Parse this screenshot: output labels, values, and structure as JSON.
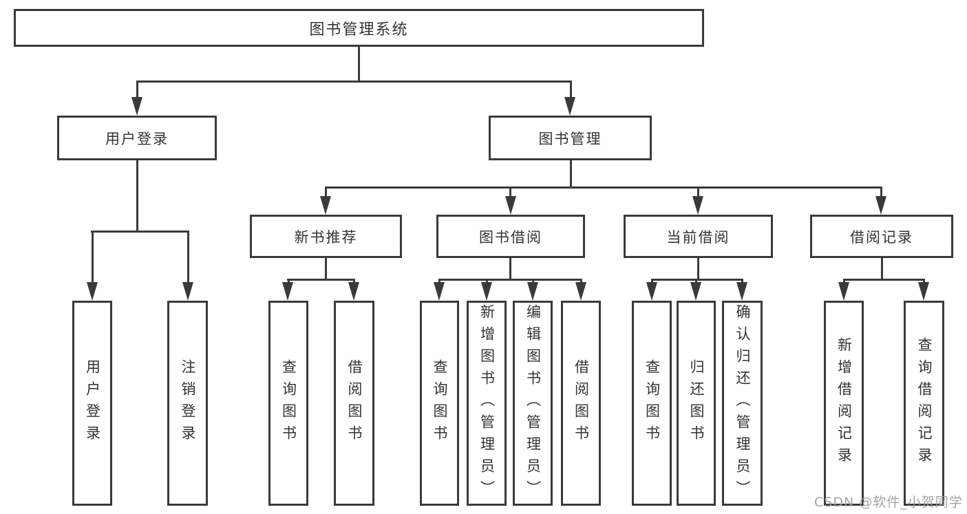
{
  "diagram": {
    "root_label": "图书管理系统",
    "branches": [
      {
        "label": "用户登录",
        "children": [
          {
            "label": "用户登录"
          },
          {
            "label": "注销登录"
          }
        ]
      },
      {
        "label": "图书管理",
        "children": [
          {
            "label": "新书推荐",
            "children": [
              {
                "label": "查询图书"
              },
              {
                "label": "借阅图书"
              }
            ]
          },
          {
            "label": "图书借阅",
            "children": [
              {
                "label": "查询图书"
              },
              {
                "label": "新增图书（管理员）"
              },
              {
                "label": "编辑图书（管理员）"
              },
              {
                "label": "借阅图书"
              }
            ]
          },
          {
            "label": "当前借阅",
            "children": [
              {
                "label": "查询图书"
              },
              {
                "label": "归还图书"
              },
              {
                "label": "确认归还（管理员）"
              }
            ]
          },
          {
            "label": "借阅记录",
            "children": [
              {
                "label": "新增借阅记录"
              },
              {
                "label": "查询借阅记录"
              }
            ]
          }
        ]
      }
    ]
  },
  "watermark": {
    "text": "CSDN @软件_小贺同学"
  },
  "colors": {
    "line": "#3a3a3a",
    "text": "#333333",
    "watermark": "#9c9c9c",
    "background": "#ffffff"
  }
}
